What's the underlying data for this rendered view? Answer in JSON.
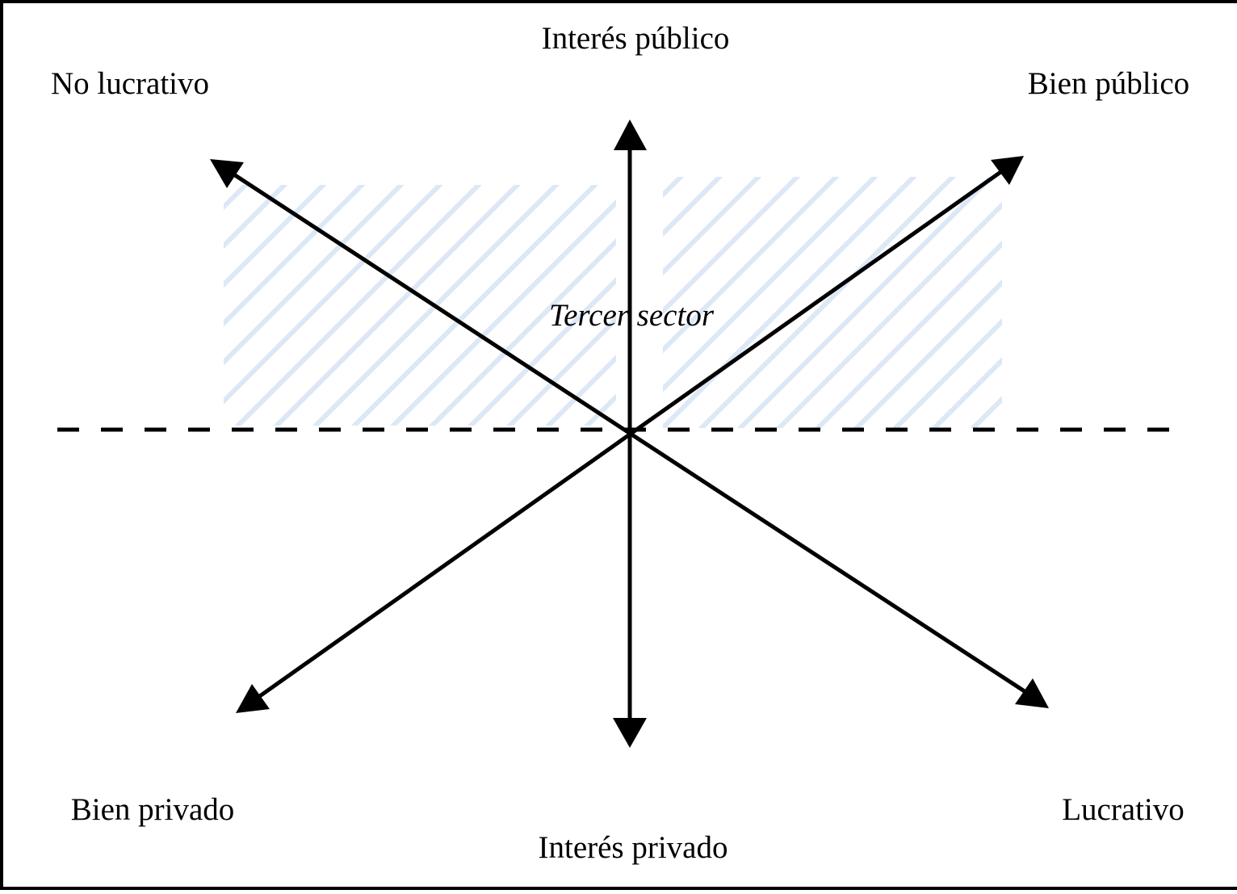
{
  "diagram": {
    "labels": {
      "top": "Interés público",
      "bottom": "Interés privado",
      "top_left": "No lucrativo",
      "top_right": "Bien público",
      "bottom_left": "Bien privado",
      "bottom_right": "Lucrativo",
      "center": "Tercer sector"
    },
    "colors": {
      "line": "#000000",
      "hatch": "#dce8f6",
      "background": "#ffffff"
    },
    "axes": [
      {
        "name": "vertical",
        "from": "Interés privado",
        "to": "Interés público",
        "bidirectional": true
      },
      {
        "name": "diagonal-descending",
        "from": "Lucrativo",
        "to": "No lucrativo",
        "note": "arrow ends at No lucrativo (top-left) and Lucrativo (bottom-right)"
      },
      {
        "name": "diagonal-ascending",
        "from": "Bien privado",
        "to": "Bien público",
        "note": "arrow ends at Bien privado (bottom-left) and Bien público (top-right)"
      },
      {
        "name": "horizontal-divider",
        "style": "dashed",
        "bidirectional": false
      }
    ],
    "shaded_region": "Tercer sector (upper half, hatched)"
  }
}
